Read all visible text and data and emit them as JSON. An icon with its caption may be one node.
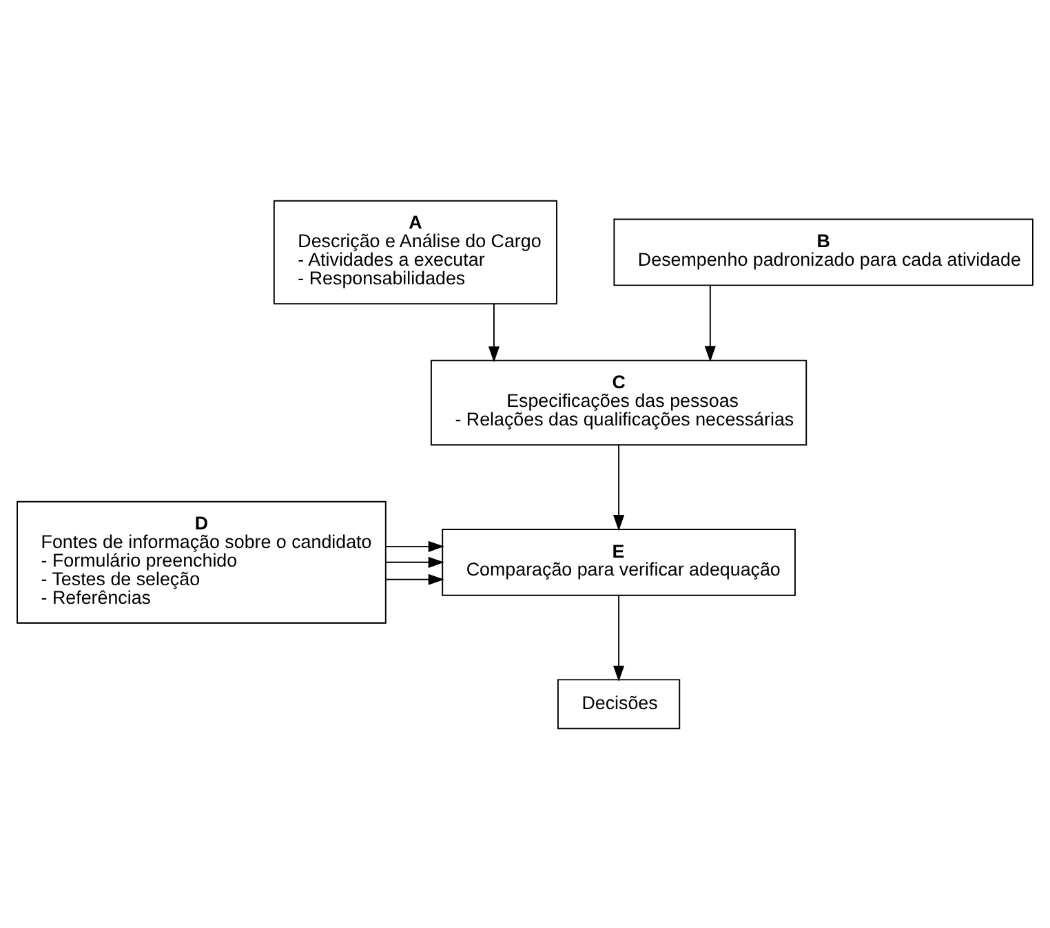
{
  "diagram": {
    "nodes": [
      {
        "text": [
          "A",
          "Descrição e Análise do Cargo",
          "- Atividades a executar",
          "- Responsabilidades"
        ]
      },
      {
        "text": [
          "B",
          "Desempenho padronizado para cada atividade"
        ]
      },
      {
        "text": [
          "C",
          "Especificações das pessoas",
          "- Relações das qualificações necessárias"
        ]
      },
      {
        "text": [
          "E",
          "Comparação para verificar adequação"
        ]
      },
      {
        "text": [
          "D",
          "Fontes de informação sobre o candidato",
          "- Formulário preenchido",
          "- Testes de seleção",
          "- Referências"
        ]
      },
      {
        "text": [
          "Decisões"
        ]
      }
    ],
    "edges": [
      {
        "from": 0,
        "to": 2,
        "arrow": "to"
      },
      {
        "from": 1,
        "to": 2,
        "arrow": "to"
      },
      {
        "from": 2,
        "to": 3,
        "arrow": "to"
      },
      {
        "from": 4,
        "to": 3,
        "arrow": "to"
      },
      {
        "from": 4,
        "to": 3,
        "arrow": "to"
      },
      {
        "from": 4,
        "to": 3,
        "arrow": "to"
      },
      {
        "from": 3,
        "to": 5,
        "arrow": "to"
      }
    ]
  }
}
